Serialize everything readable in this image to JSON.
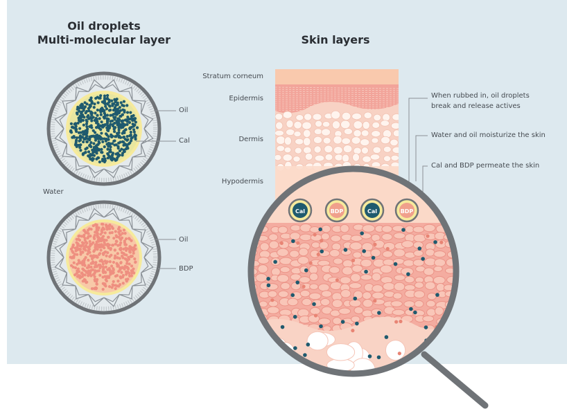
{
  "left_panel": {
    "title_line1": "Oil droplets",
    "title_line2": "Multi-molecular layer",
    "droplet1": {
      "label_oil": "Oil",
      "label_active": "Cal"
    },
    "water_label": "Water",
    "droplet2": {
      "label_oil": "Oil",
      "label_active": "BDP"
    }
  },
  "right_panel": {
    "title": "Skin layers",
    "layers": [
      "Stratum corneum",
      "Epidermis",
      "Dermis",
      "Hypodermis"
    ],
    "notes": [
      "When rubbed in, oil droplets break and release actives",
      "Water and oil moisturize the skin",
      "Cal and BDP permeate the skin"
    ],
    "badges": [
      "Cal",
      "BDP",
      "Cal",
      "BDP"
    ]
  },
  "colors": {
    "background": "#dde9ef",
    "cal": "#1f5a6e",
    "bdp": "#f0a08c",
    "oil_ring": "#f6e89a",
    "frame": "#707478"
  }
}
